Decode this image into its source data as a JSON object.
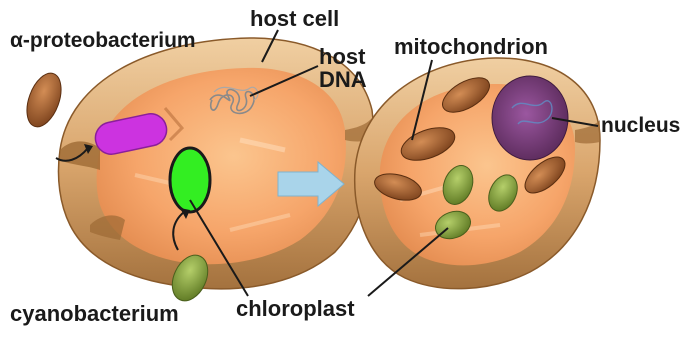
{
  "labels": {
    "alpha_proteobacterium": "α-proteobacterium",
    "host_cell": "host cell",
    "host_dna_line1": "host",
    "host_dna_line2": "DNA",
    "mitochondrion": "mitochondrion",
    "nucleus": "nucleus",
    "cyanobacterium": "cyanobacterium",
    "chloroplast": "chloroplast"
  },
  "colors": {
    "cell_interior": "#f6a56a",
    "cell_rim": "#e7b98a",
    "cell_shadow": "#b07a45",
    "mitochondrion": "#b06a3a",
    "alpha_proteobacterium": "#a0582a",
    "engulfed_bacterium": "#cc33e0",
    "cyanobacterium_engulfed": "#33ee22",
    "chloroplast": "#8eab3e",
    "nucleus": "#7a3f78",
    "transition_arrow": "#a9d4ea"
  }
}
